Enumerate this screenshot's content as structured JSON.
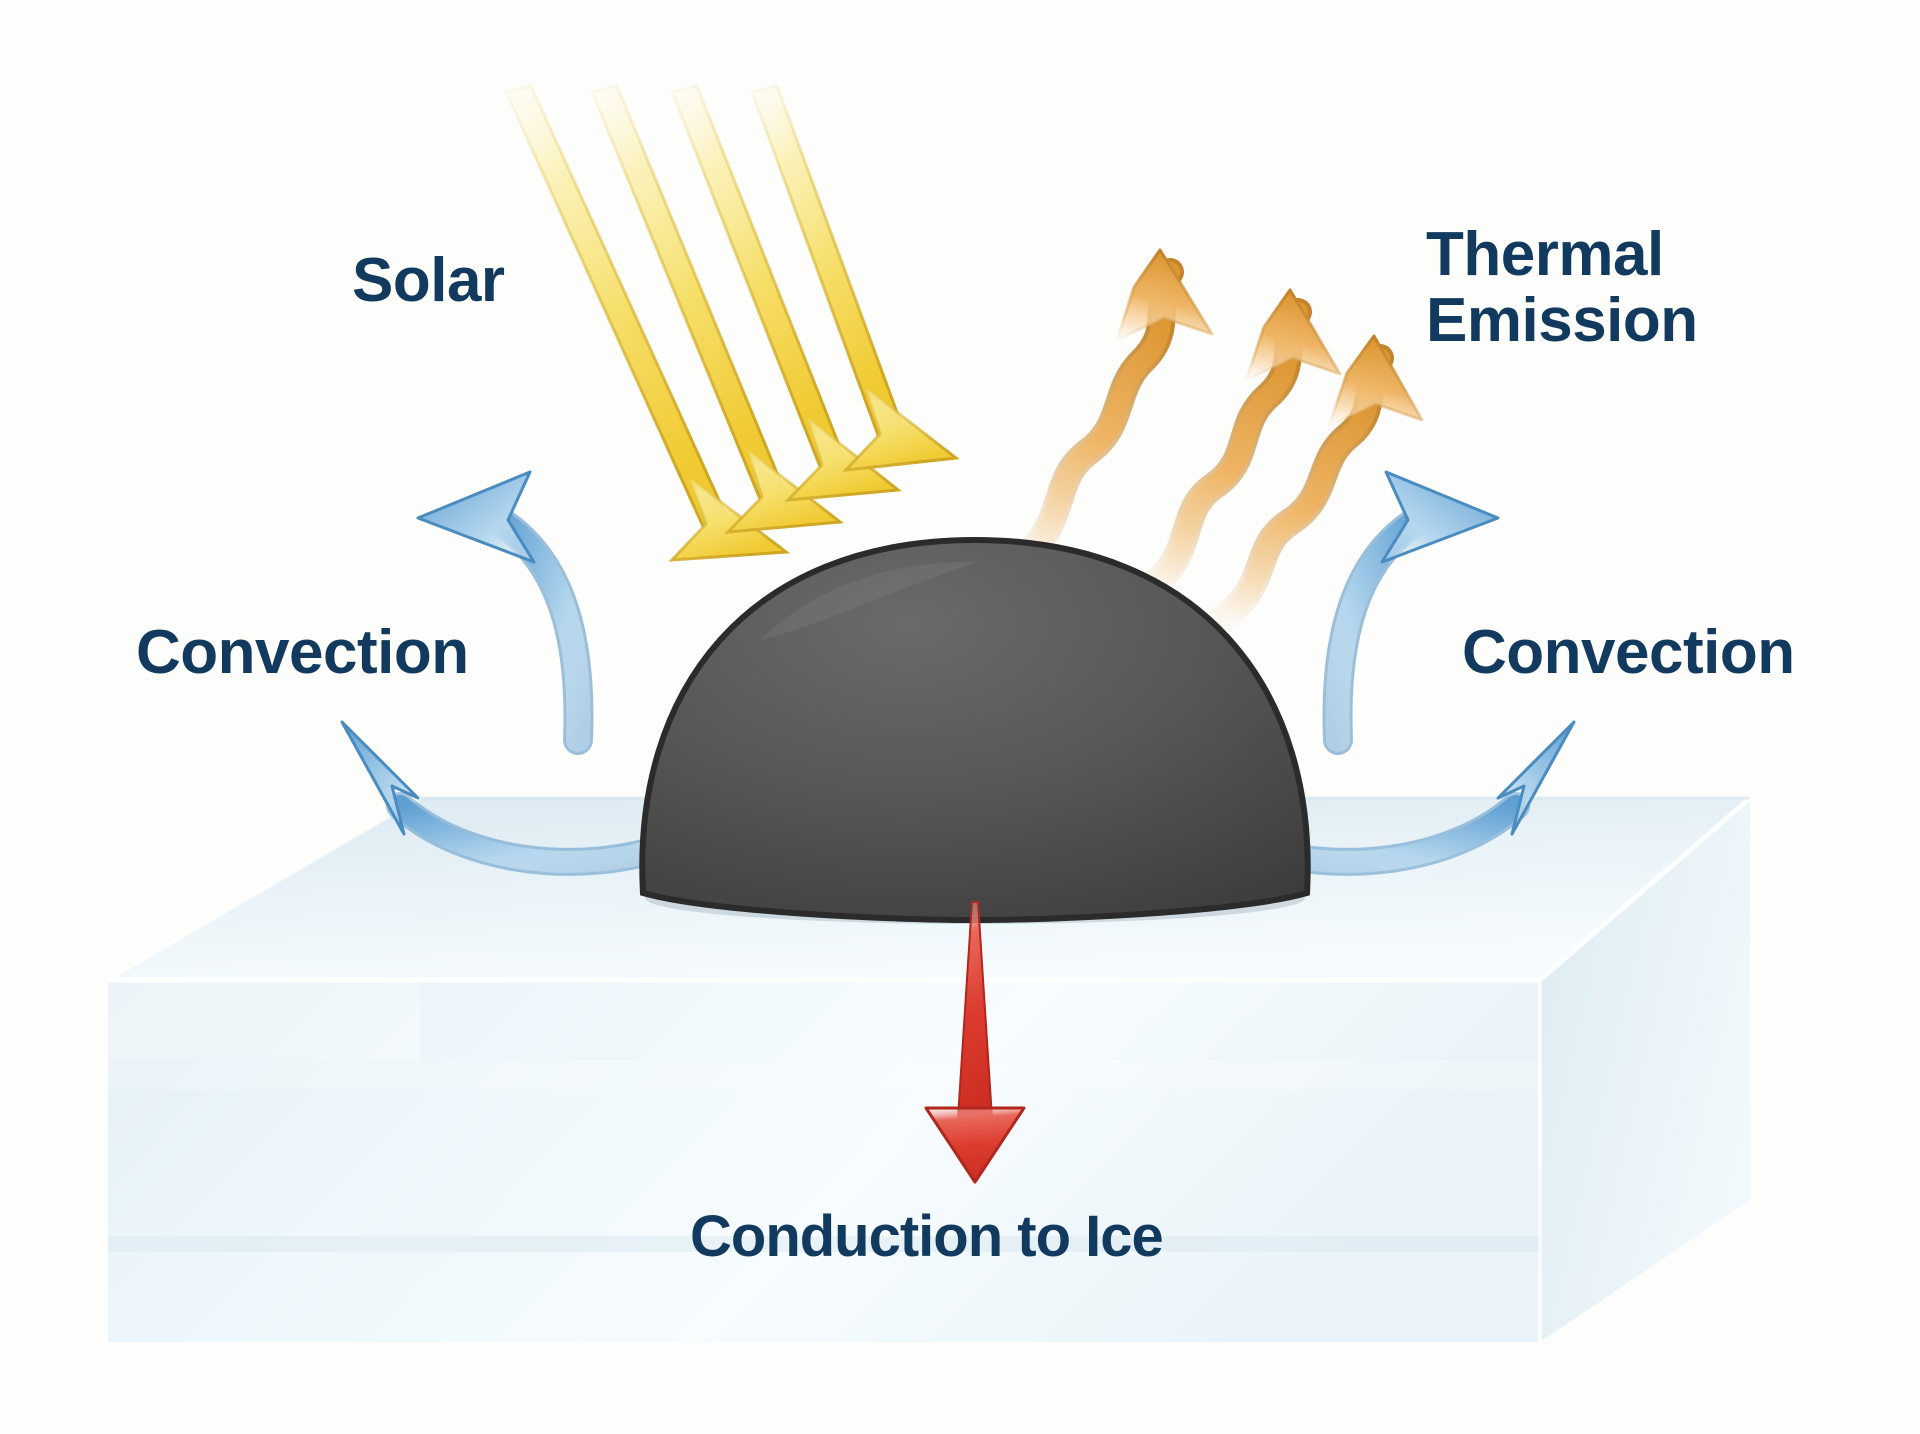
{
  "figure": {
    "title": "Energy balance on a dark particle resting on an ice surface",
    "background_color": "#fdfdfc",
    "label_color": "#123a5e"
  },
  "labels": {
    "solar": "Solar",
    "thermal_emission": "Thermal\nEmission",
    "convection_left": "Convection",
    "convection_right": "Convection",
    "conduction": "Conduction to Ice"
  },
  "elements": {
    "particle": {
      "name": "dark-particle-dome",
      "shape": "hemisphere",
      "fill_light": "#5e5e5e",
      "fill_dark": "#3a3a3a",
      "outline": "#2b2b2b"
    },
    "ice_block": {
      "name": "ice-slab",
      "shape": "3d-rectangular-slab",
      "top_face": "#e7f1f6",
      "front_face": "#eff7fb",
      "side_face": "#e3eef4",
      "edge_highlight": "#ffffff"
    }
  },
  "flux_arrows": [
    {
      "name": "solar-arrow",
      "flux": "Solar",
      "style": "straight",
      "count": 4,
      "direction": "incoming-down-right",
      "color_head": "#f2cf3f",
      "color_tail": "#fdf4c8",
      "outline": "#d8b62e"
    },
    {
      "name": "thermal-emission-arrow",
      "flux": "Thermal Emission",
      "style": "wavy",
      "count": 3,
      "direction": "outgoing-up-right",
      "color_head": "#df9a38",
      "color_tail": "#fcebd2",
      "outline": "#c8862c"
    },
    {
      "name": "convection-arrow-left",
      "flux": "Convection",
      "style": "curved",
      "count": 2,
      "direction": "outgoing-left",
      "color_head": "#6ba8d8",
      "color_tail": "#bcdbf0",
      "outline": "#4a8cc0"
    },
    {
      "name": "convection-arrow-right",
      "flux": "Convection",
      "style": "curved",
      "count": 2,
      "direction": "outgoing-right",
      "color_head": "#6ba8d8",
      "color_tail": "#bcdbf0",
      "outline": "#4a8cc0"
    },
    {
      "name": "conduction-arrow",
      "flux": "Conduction to Ice",
      "style": "tapered-straight",
      "count": 1,
      "direction": "downward-into-ice",
      "color_head": "#e03b2f",
      "color_tail": "#f3a9a0",
      "outline": "#b3261c"
    }
  ],
  "chart_data": {
    "type": "diagram",
    "title": "Surface energy balance of a dark particle on ice",
    "nodes": [
      {
        "id": "particle",
        "label": "dark particle",
        "shape": "hemisphere"
      },
      {
        "id": "ice",
        "label": "ice slab",
        "shape": "slab"
      }
    ],
    "fluxes": [
      {
        "label": "Solar",
        "direction": "in",
        "target": "particle",
        "arrow_style": "straight",
        "color": "#f2cf3f"
      },
      {
        "label": "Thermal Emission",
        "direction": "out",
        "source": "particle",
        "arrow_style": "wavy",
        "color": "#df9a38"
      },
      {
        "label": "Convection",
        "direction": "out",
        "source": "particle",
        "arrow_style": "curved",
        "color": "#6ba8d8",
        "side": "left"
      },
      {
        "label": "Convection",
        "direction": "out",
        "source": "particle",
        "arrow_style": "curved",
        "color": "#6ba8d8",
        "side": "right"
      },
      {
        "label": "Conduction to Ice",
        "direction": "out",
        "source": "particle",
        "target": "ice",
        "arrow_style": "straight",
        "color": "#e03b2f"
      }
    ]
  }
}
